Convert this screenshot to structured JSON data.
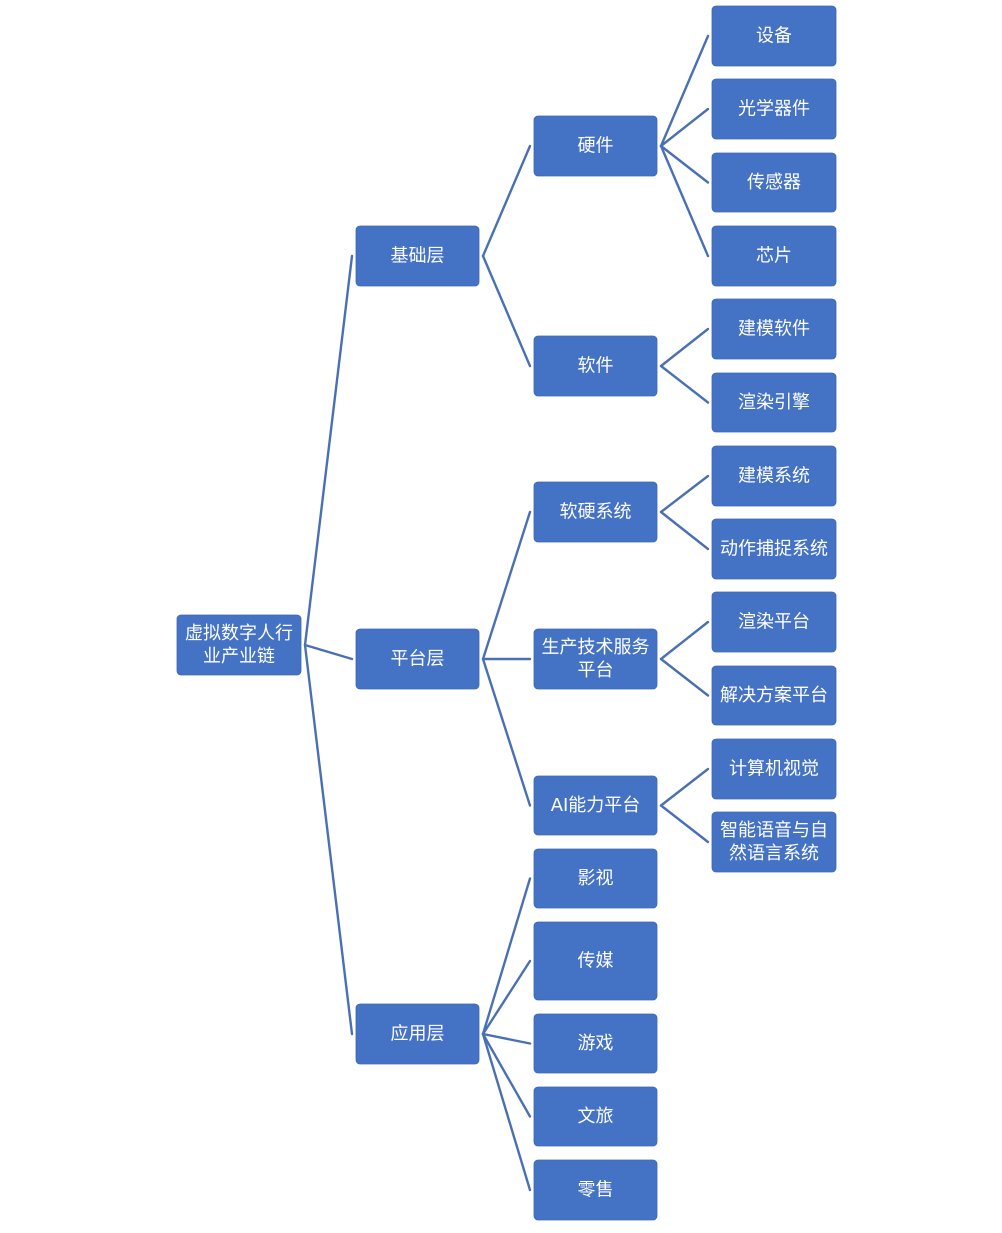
{
  "diagram": {
    "type": "tree",
    "colors": {
      "node_fill": "#4472c4",
      "node_text": "#ffffff",
      "connector": "#4a70b4",
      "background": "#ffffff"
    },
    "root": {
      "id": "root",
      "label": "虚拟数字人行业产业链",
      "lines": [
        "虚拟数字人行",
        "业产业链"
      ],
      "children": [
        {
          "id": "foundation",
          "label": "基础层",
          "lines": [
            "基础层"
          ],
          "children": [
            {
              "id": "hardware",
              "label": "硬件",
              "lines": [
                "硬件"
              ],
              "children": [
                {
                  "id": "equipment",
                  "label": "设备",
                  "lines": [
                    "设备"
                  ]
                },
                {
                  "id": "optical",
                  "label": "光学器件",
                  "lines": [
                    "光学器件"
                  ]
                },
                {
                  "id": "sensor",
                  "label": "传感器",
                  "lines": [
                    "传感器"
                  ]
                },
                {
                  "id": "chip",
                  "label": "芯片",
                  "lines": [
                    "芯片"
                  ]
                }
              ]
            },
            {
              "id": "software",
              "label": "软件",
              "lines": [
                "软件"
              ],
              "children": [
                {
                  "id": "modeling-software",
                  "label": "建模软件",
                  "lines": [
                    "建模软件"
                  ]
                },
                {
                  "id": "render-engine",
                  "label": "渲染引擎",
                  "lines": [
                    "渲染引擎"
                  ]
                }
              ]
            }
          ]
        },
        {
          "id": "platform",
          "label": "平台层",
          "lines": [
            "平台层"
          ],
          "children": [
            {
              "id": "hw-sw-system",
              "label": "软硬系统",
              "lines": [
                "软硬系统"
              ],
              "children": [
                {
                  "id": "modeling-system",
                  "label": "建模系统",
                  "lines": [
                    "建模系统"
                  ]
                },
                {
                  "id": "motion-capture",
                  "label": "动作捕捉系统",
                  "lines": [
                    "动作捕捉系统"
                  ]
                }
              ]
            },
            {
              "id": "production-service",
              "label": "生产技术服务平台",
              "lines": [
                "生产技术服务",
                "平台"
              ],
              "children": [
                {
                  "id": "render-platform",
                  "label": "渲染平台",
                  "lines": [
                    "渲染平台"
                  ]
                },
                {
                  "id": "solution-platform",
                  "label": "解决方案平台",
                  "lines": [
                    "解决方案平台"
                  ]
                }
              ]
            },
            {
              "id": "ai-platform",
              "label": "AI能力平台",
              "lines": [
                "AI能力平台"
              ],
              "children": [
                {
                  "id": "computer-vision",
                  "label": "计算机视觉",
                  "lines": [
                    "计算机视觉"
                  ]
                },
                {
                  "id": "speech-nlp",
                  "label": "智能语音与自然语言系统",
                  "lines": [
                    "智能语音与自",
                    "然语言系统"
                  ]
                }
              ]
            }
          ]
        },
        {
          "id": "application",
          "label": "应用层",
          "lines": [
            "应用层"
          ],
          "children": [
            {
              "id": "film",
              "label": "影视",
              "lines": [
                "影视"
              ]
            },
            {
              "id": "media",
              "label": "传媒",
              "lines": [
                "传媒"
              ]
            },
            {
              "id": "games",
              "label": "游戏",
              "lines": [
                "游戏"
              ]
            },
            {
              "id": "culture-tourism",
              "label": "文旅",
              "lines": [
                "文旅"
              ]
            },
            {
              "id": "retail",
              "label": "零售",
              "lines": [
                "零售"
              ]
            }
          ]
        }
      ]
    }
  }
}
